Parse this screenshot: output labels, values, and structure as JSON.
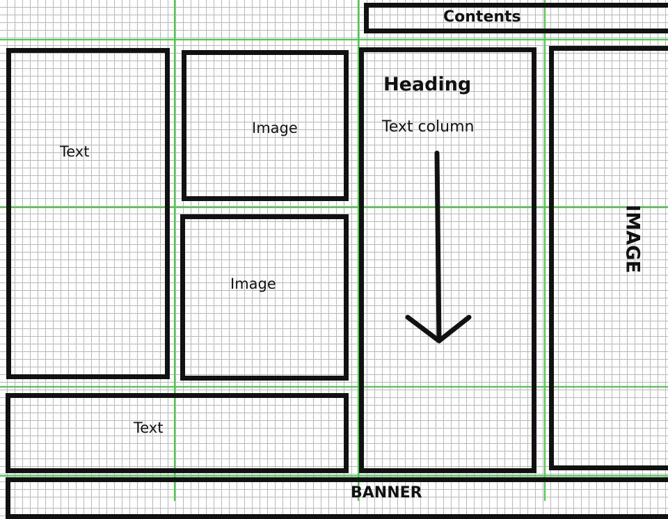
{
  "labels": {
    "contents": "Contents",
    "text_left": "Text",
    "image_top": "Image",
    "image_bottom": "Image",
    "heading": "Heading",
    "text_column": "Text column",
    "image_right": "IMAGE",
    "text_bottom": "Text",
    "banner": "BANNER"
  },
  "icons": {
    "arrow": "arrow-down-icon"
  },
  "colors": {
    "outline": "#111111",
    "guide": "#3fd23f",
    "grid": "#b8b8b8",
    "background": "#ffffff"
  }
}
